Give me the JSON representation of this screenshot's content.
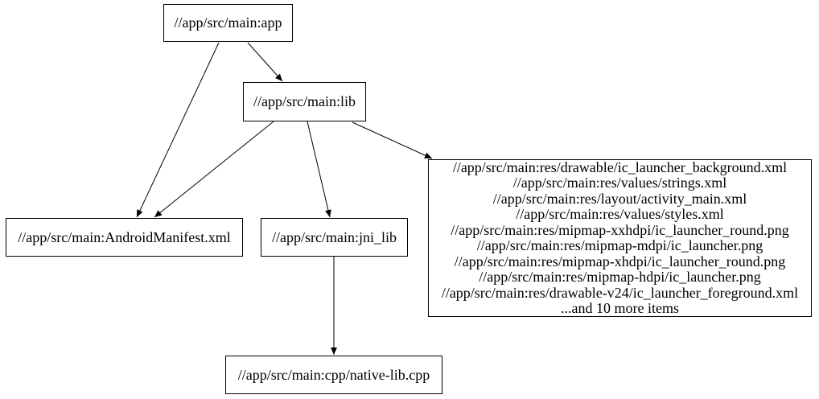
{
  "colors": {
    "background": "#ffffff",
    "node_border": "#000000",
    "node_fill": "#ffffff",
    "edge": "#000000",
    "text": "#000000"
  },
  "graph": {
    "type": "directed-dependency-graph",
    "nodes": {
      "app": {
        "label": "//app/src/main:app"
      },
      "lib": {
        "label": "//app/src/main:lib"
      },
      "android_manifest": {
        "label": "//app/src/main:AndroidManifest.xml"
      },
      "jni_lib": {
        "label": "//app/src/main:jni_lib"
      },
      "res_group": {
        "lines": [
          "//app/src/main:res/drawable/ic_launcher_background.xml",
          "//app/src/main:res/values/strings.xml",
          "//app/src/main:res/layout/activity_main.xml",
          "//app/src/main:res/values/styles.xml",
          "//app/src/main:res/mipmap-xxhdpi/ic_launcher_round.png",
          "//app/src/main:res/mipmap-mdpi/ic_launcher.png",
          "//app/src/main:res/mipmap-xhdpi/ic_launcher_round.png",
          "//app/src/main:res/mipmap-hdpi/ic_launcher.png",
          "//app/src/main:res/drawable-v24/ic_launcher_foreground.xml",
          "...and 10 more items"
        ]
      },
      "native_lib_cpp": {
        "label": "//app/src/main:cpp/native-lib.cpp"
      }
    },
    "edges": [
      {
        "from": "//app/src/main:app",
        "to": "//app/src/main:lib"
      },
      {
        "from": "//app/src/main:app",
        "to": "//app/src/main:AndroidManifest.xml"
      },
      {
        "from": "//app/src/main:lib",
        "to": "//app/src/main:AndroidManifest.xml"
      },
      {
        "from": "//app/src/main:lib",
        "to": "//app/src/main:jni_lib"
      },
      {
        "from": "//app/src/main:lib",
        "to": "res-file-group"
      },
      {
        "from": "//app/src/main:jni_lib",
        "to": "//app/src/main:cpp/native-lib.cpp"
      }
    ]
  }
}
